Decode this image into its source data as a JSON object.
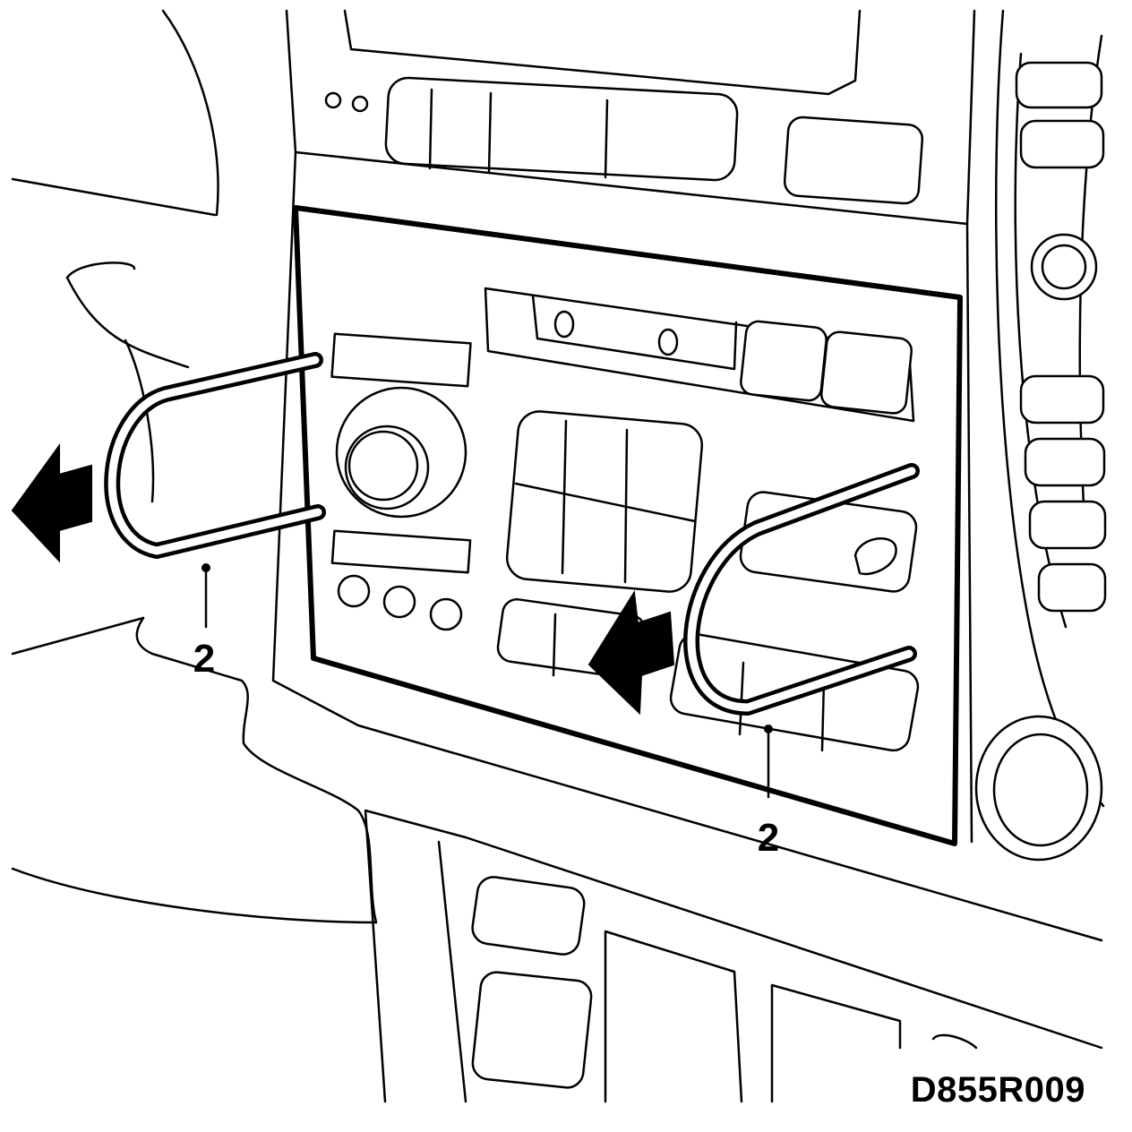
{
  "callouts": [
    {
      "label": "2"
    },
    {
      "label": "2"
    }
  ],
  "figure_id": "D855R009",
  "colors": {
    "line": "#000000",
    "background": "#ffffff",
    "arrow_fill": "#000000"
  },
  "icons": [
    "left-arrow-icon",
    "left-arrow-icon"
  ]
}
